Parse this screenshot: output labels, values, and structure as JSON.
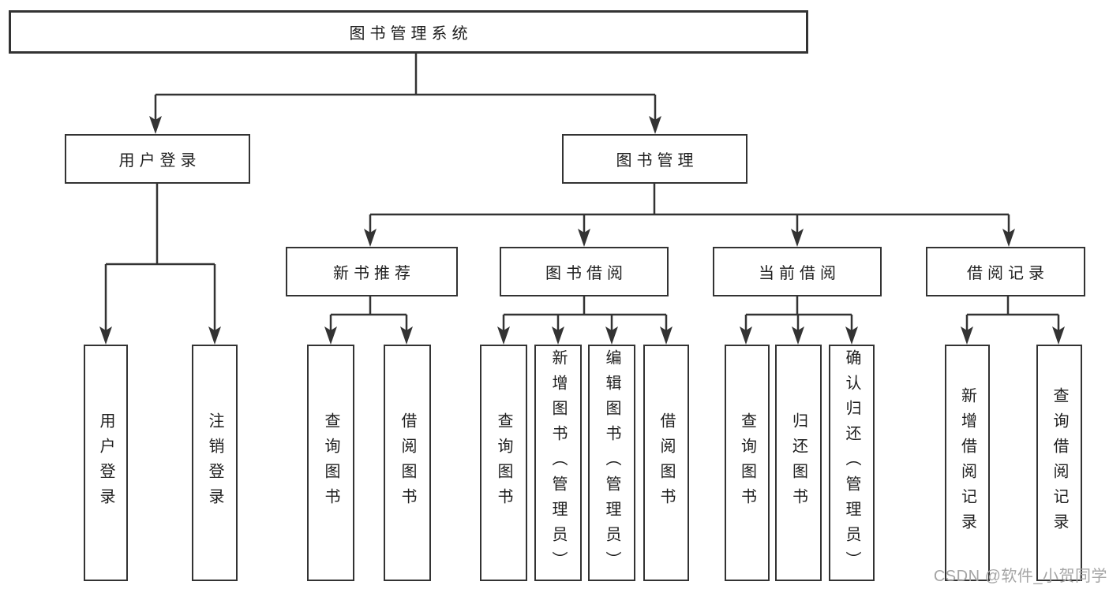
{
  "tree": {
    "root": {
      "label": "图书管理系统",
      "children": [
        {
          "label": "用户登录",
          "children": [
            {
              "label": "用户登录"
            },
            {
              "label": "注销登录"
            }
          ]
        },
        {
          "label": "图书管理",
          "children": [
            {
              "label": "新书推荐",
              "children": [
                {
                  "label": "查询图书"
                },
                {
                  "label": "借阅图书"
                }
              ]
            },
            {
              "label": "图书借阅",
              "children": [
                {
                  "label": "查询图书"
                },
                {
                  "label": "新增图书（管理员）"
                },
                {
                  "label": "编辑图书（管理员）"
                },
                {
                  "label": "借阅图书"
                }
              ]
            },
            {
              "label": "当前借阅",
              "children": [
                {
                  "label": "查询图书"
                },
                {
                  "label": "归还图书"
                },
                {
                  "label": "确认归还（管理员）"
                }
              ]
            },
            {
              "label": "借阅记录",
              "children": [
                {
                  "label": "新增借阅记录"
                },
                {
                  "label": "查询借阅记录"
                }
              ]
            }
          ]
        }
      ]
    }
  },
  "watermark": {
    "text": "CSDN @软件_小贺同学"
  },
  "colors": {
    "line": "#333333",
    "box_border": "#333333",
    "label_text": "#1e1e1e",
    "watermark_text": "#a5a5a5",
    "background": "#ffffff"
  }
}
